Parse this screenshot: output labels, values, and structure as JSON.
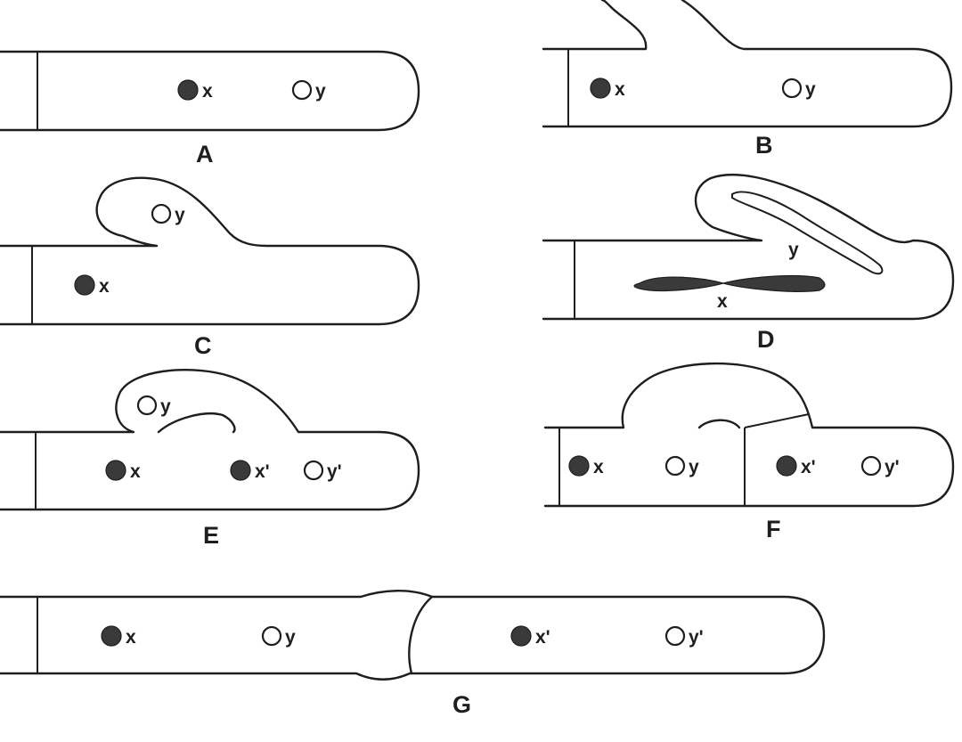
{
  "panels": {
    "A": {
      "label": "A",
      "x": "x",
      "y": "y"
    },
    "B": {
      "label": "B",
      "x": "x",
      "y": "y"
    },
    "C": {
      "label": "C",
      "x": "x",
      "y": "y"
    },
    "D": {
      "label": "D",
      "x": "x",
      "y": "y"
    },
    "E": {
      "label": "E",
      "x": "x",
      "x_prime": "x'",
      "y_prime": "y'",
      "y": "y"
    },
    "F": {
      "label": "F",
      "x": "x",
      "y": "y",
      "x_prime": "x'",
      "y_prime": "y'"
    },
    "G": {
      "label": "G",
      "x": "x",
      "y": "y",
      "x_prime": "x'",
      "y_prime": "y'"
    }
  }
}
